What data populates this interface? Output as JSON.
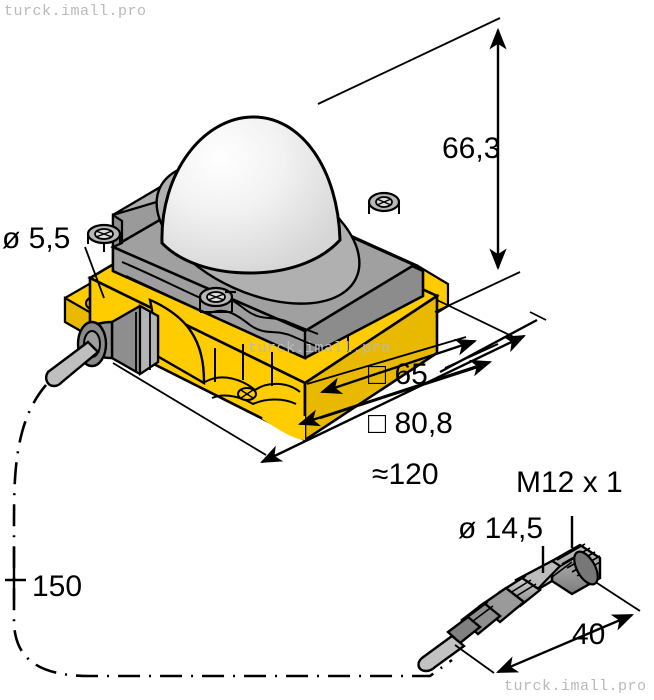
{
  "document": {
    "type": "technical-dimension-drawing",
    "subject": "Sensor housing with dome cover, cable gland and M12 connector"
  },
  "watermarks": [
    {
      "text": "turck.imall.pro",
      "position": "top-left"
    },
    {
      "text": "turck.imall.pro",
      "position": "center-on-body"
    },
    {
      "text": "turck.imall.pro",
      "position": "bottom-right"
    }
  ],
  "dimensions": {
    "hole_diameter": "ø 5,5",
    "height": "66,3",
    "square_inner": "□ 65",
    "square_outer": "□ 80,8",
    "overall_width": "≈120",
    "cable_length": "150",
    "connector_thread": "M12 x 1",
    "connector_diameter": "ø 14,5",
    "connector_length": "40"
  },
  "colors": {
    "body_yellow": "#FFCC00",
    "body_yellow_dark": "#E8B900",
    "cover_gray": "#A0A0A0",
    "cover_gray_dark": "#8C8C8C",
    "cover_gray_light": "#B5B5B5",
    "dome_light": "#FAFAFA",
    "metal_gray": "#999999",
    "metal_gray_light": "#C6C6C6",
    "outline": "#000000",
    "watermark": "#B9B9B9"
  }
}
